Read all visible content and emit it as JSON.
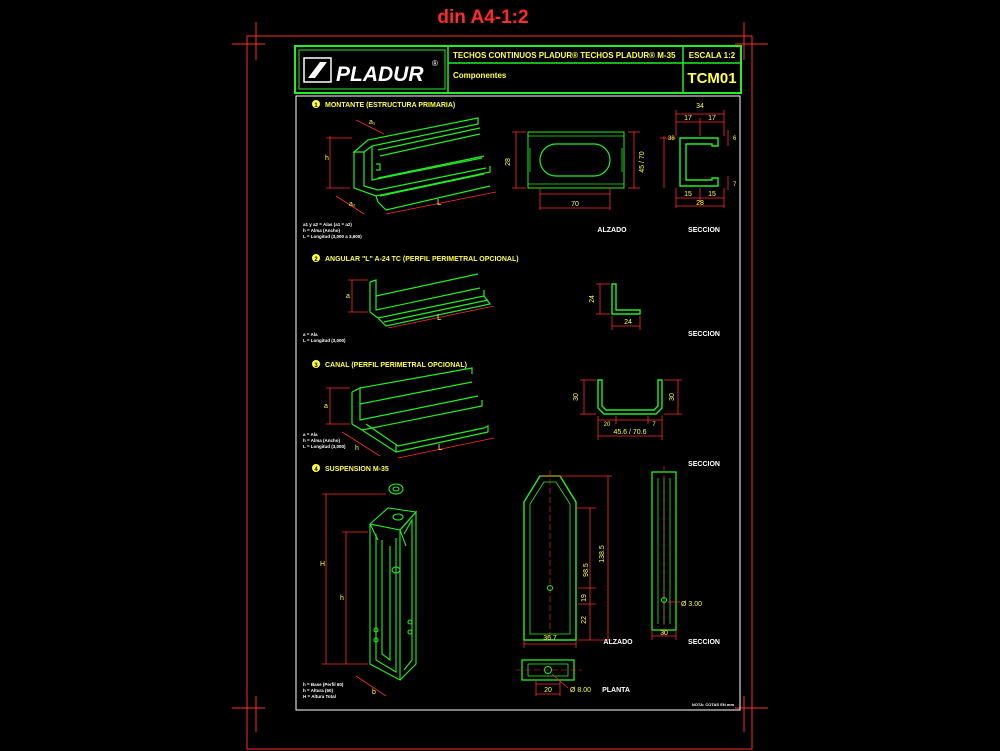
{
  "sheet_title": "din A4-1:2",
  "colors": {
    "bg": "#000000",
    "red": "#ff2a2a",
    "green": "#22ee22",
    "yellow": "#ffff44",
    "white": "#ffffff",
    "cyan": "#55ffff"
  },
  "header": {
    "logo": "PLADUR",
    "logo_reg": "®",
    "title": "TECHOS CONTINUOS PLADUR® TECHOS PLADUR® M-35",
    "subtitle": "Componentes",
    "scale": "ESCALA 1:2",
    "code": "TCM01"
  },
  "section1": {
    "num": "1",
    "title": "MONTANTE (ESTRUCTURA PRIMARIA)",
    "notes": [
      "a1 y a2 = Alas (a1 = a2)",
      "h = Alma (Ancho)",
      "L = Longitud (3,000 a 3,600)"
    ],
    "iso_labels": {
      "a1": "a₁",
      "a2": "a₂",
      "h": "h",
      "L": "L"
    },
    "elev_dims": {
      "height": "28",
      "width": "70",
      "right": "45 / 70"
    },
    "sect_dims": {
      "top": "34",
      "t1": "17",
      "t2": "17",
      "b1": "15",
      "b2": "15",
      "bottom": "28",
      "r1": "6",
      "r2": "7",
      "l1": "38"
    },
    "label_alzado": "ALZADO",
    "label_seccion": "SECCION"
  },
  "section2": {
    "num": "2",
    "title": "ANGULAR \"L\" A-24 TC (PERFIL PERIMETRAL OPCIONAL)",
    "notes": [
      "a = Ala",
      "L = Longitud (3,000)"
    ],
    "iso_labels": {
      "a": "a",
      "L": "L"
    },
    "sect_dims": {
      "v": "24",
      "h": "24"
    },
    "label_seccion": "SECCION"
  },
  "section3": {
    "num": "3",
    "title": "CANAL (PERFIL PERIMETRAL OPCIONAL)",
    "notes": [
      "a = Ala",
      "h = Alma (Ancho)",
      "L = Longitud (3,000)"
    ],
    "iso_labels": {
      "a": "a",
      "h": "h",
      "L": "L"
    },
    "sect_dims": {
      "left": "30",
      "right": "30",
      "bottom": "45.6 / 70.6",
      "b1": "20",
      "b2": "7"
    },
    "label_seccion": "SECCION"
  },
  "section4": {
    "num": "4",
    "title": "SUSPENSION M-35",
    "notes": [
      "h = Base (Perfil 60)",
      "h = Altura (60)",
      "H = Altura Total"
    ],
    "iso_labels": {
      "H": "H",
      "h": "h",
      "b": "b"
    },
    "elev_dims": {
      "total": "138.5",
      "mid": "98.5",
      "d1": "19",
      "d2": "22",
      "base": "36.7"
    },
    "side_dims": {
      "hole": "Ø 3.00",
      "base": "30"
    },
    "plan_dims": {
      "w": "20",
      "hole": "Ø 8.00"
    },
    "label_alzado": "ALZADO",
    "label_seccion": "SECCION",
    "label_planta": "PLANTA"
  },
  "footer_note": "NOTA: COTAS EN mm"
}
